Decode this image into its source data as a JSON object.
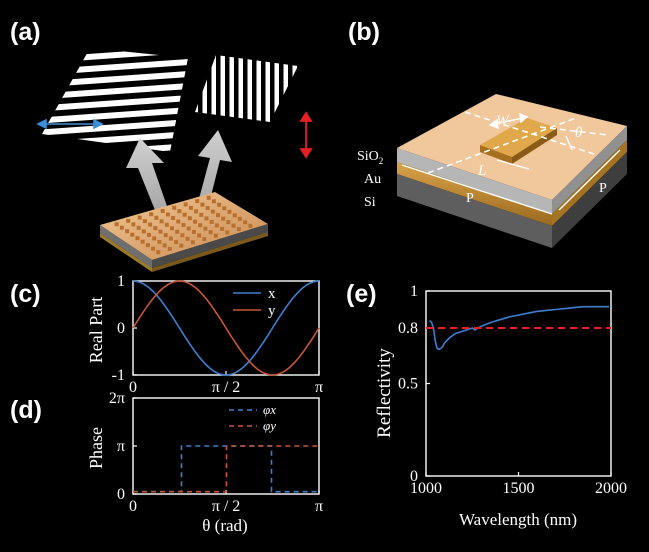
{
  "panels": {
    "a": {
      "label": "(a)"
    },
    "b": {
      "label": "(b)",
      "labels": {
        "sio2": "SiO",
        "sio2_sub": "2",
        "au": "Au",
        "si": "Si",
        "w": "W",
        "l": "L",
        "theta": "θ",
        "p1": "P",
        "p2": "P"
      }
    },
    "c": {
      "label": "(c)"
    },
    "d": {
      "label": "(d)"
    },
    "e": {
      "label": "(e)"
    }
  },
  "chart_data": [
    {
      "panel": "c",
      "type": "line",
      "ylabel": "Real Part",
      "xlim": [
        0,
        3.1416
      ],
      "ylim": [
        -1,
        1
      ],
      "x_ticks": [
        "0",
        "π / 2",
        "π"
      ],
      "y_ticks": [
        "1",
        "0",
        "-1"
      ],
      "legend_position": "top-right",
      "series": [
        {
          "name": "x",
          "color": "#3f7fcf",
          "function": "cos(2θ)"
        },
        {
          "name": "y",
          "color": "#c8563a",
          "function": "sin(2θ)"
        }
      ]
    },
    {
      "panel": "d",
      "type": "line",
      "xlabel": "θ (rad)",
      "ylabel": "Phase",
      "xlim": [
        0,
        3.1416
      ],
      "ylim": [
        0,
        6.2832
      ],
      "x_ticks": [
        "0",
        "π / 2",
        "π"
      ],
      "y_ticks": [
        "2π",
        "π",
        "0"
      ],
      "legend_position": "top-right",
      "series": [
        {
          "name": "φx",
          "color": "#3f7fcf",
          "dashed": true,
          "steps": [
            [
              0,
              0.15
            ],
            [
              0.82,
              0.15
            ],
            [
              0.82,
              3.14
            ],
            [
              2.34,
              3.14
            ],
            [
              2.34,
              0.15
            ],
            [
              3.14,
              0.15
            ]
          ]
        },
        {
          "name": "φy",
          "color": "#c8563a",
          "dashed": true,
          "steps": [
            [
              0,
              0.15
            ],
            [
              1.58,
              0.15
            ],
            [
              1.58,
              3.14
            ],
            [
              3.14,
              3.14
            ]
          ]
        }
      ]
    },
    {
      "panel": "e",
      "type": "line",
      "xlabel": "Wavelength (nm)",
      "ylabel": "Reflectivity",
      "xlim": [
        1000,
        2000
      ],
      "ylim": [
        0,
        1
      ],
      "x_ticks": [
        "1000",
        "1500",
        "2000"
      ],
      "y_ticks": [
        "1",
        "0.8",
        "0.5",
        "0"
      ],
      "series": [
        {
          "color": "#3f7fcf",
          "x": [
            1020,
            1030,
            1040,
            1050,
            1060,
            1070,
            1080,
            1090,
            1100,
            1110,
            1130,
            1160,
            1190,
            1220,
            1250,
            1265,
            1280,
            1300,
            1350,
            1400,
            1450,
            1500,
            1550,
            1600,
            1650,
            1700,
            1750,
            1800,
            1850,
            1900,
            1950,
            1990
          ],
          "y": [
            0.84,
            0.83,
            0.8,
            0.73,
            0.69,
            0.685,
            0.69,
            0.7,
            0.72,
            0.73,
            0.75,
            0.77,
            0.78,
            0.79,
            0.8,
            0.79,
            0.8,
            0.81,
            0.83,
            0.845,
            0.86,
            0.87,
            0.88,
            0.89,
            0.895,
            0.9,
            0.905,
            0.91,
            0.915,
            0.915,
            0.915,
            0.915
          ]
        },
        {
          "color": "#e82020",
          "dashed": true,
          "x": [
            1000,
            2000
          ],
          "y": [
            0.8,
            0.8
          ]
        }
      ]
    }
  ]
}
